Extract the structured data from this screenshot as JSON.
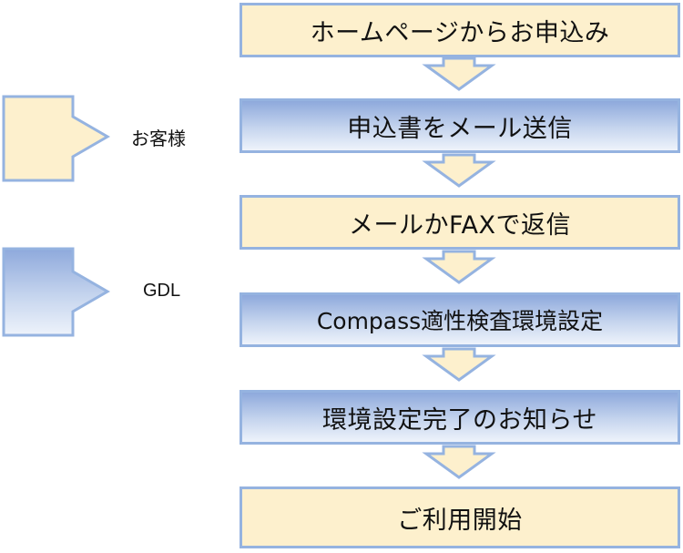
{
  "legend": [
    {
      "label": "お客様",
      "color": "#fdf0cd"
    },
    {
      "label": "GDL",
      "color": "#a9bfe5"
    }
  ],
  "steps": [
    {
      "label": "ホームページからお申込み",
      "owner": "お客様"
    },
    {
      "label": "申込書をメール送信",
      "owner": "GDL"
    },
    {
      "label": "メールかFAXで返信",
      "owner": "お客様"
    },
    {
      "label": "Compass適性検査環境設定",
      "owner": "GDL"
    },
    {
      "label": "環境設定完了のお知らせ",
      "owner": "GDL"
    },
    {
      "label": "ご利用開始",
      "owner": "お客様"
    }
  ],
  "colors": {
    "customer_fill": "#fdf0cd",
    "gdl_fill_top": "#8ea9dc",
    "gdl_fill_bottom": "#eef3fb",
    "border": "#95b3e0",
    "arrow_fill": "#fdf0cd"
  }
}
